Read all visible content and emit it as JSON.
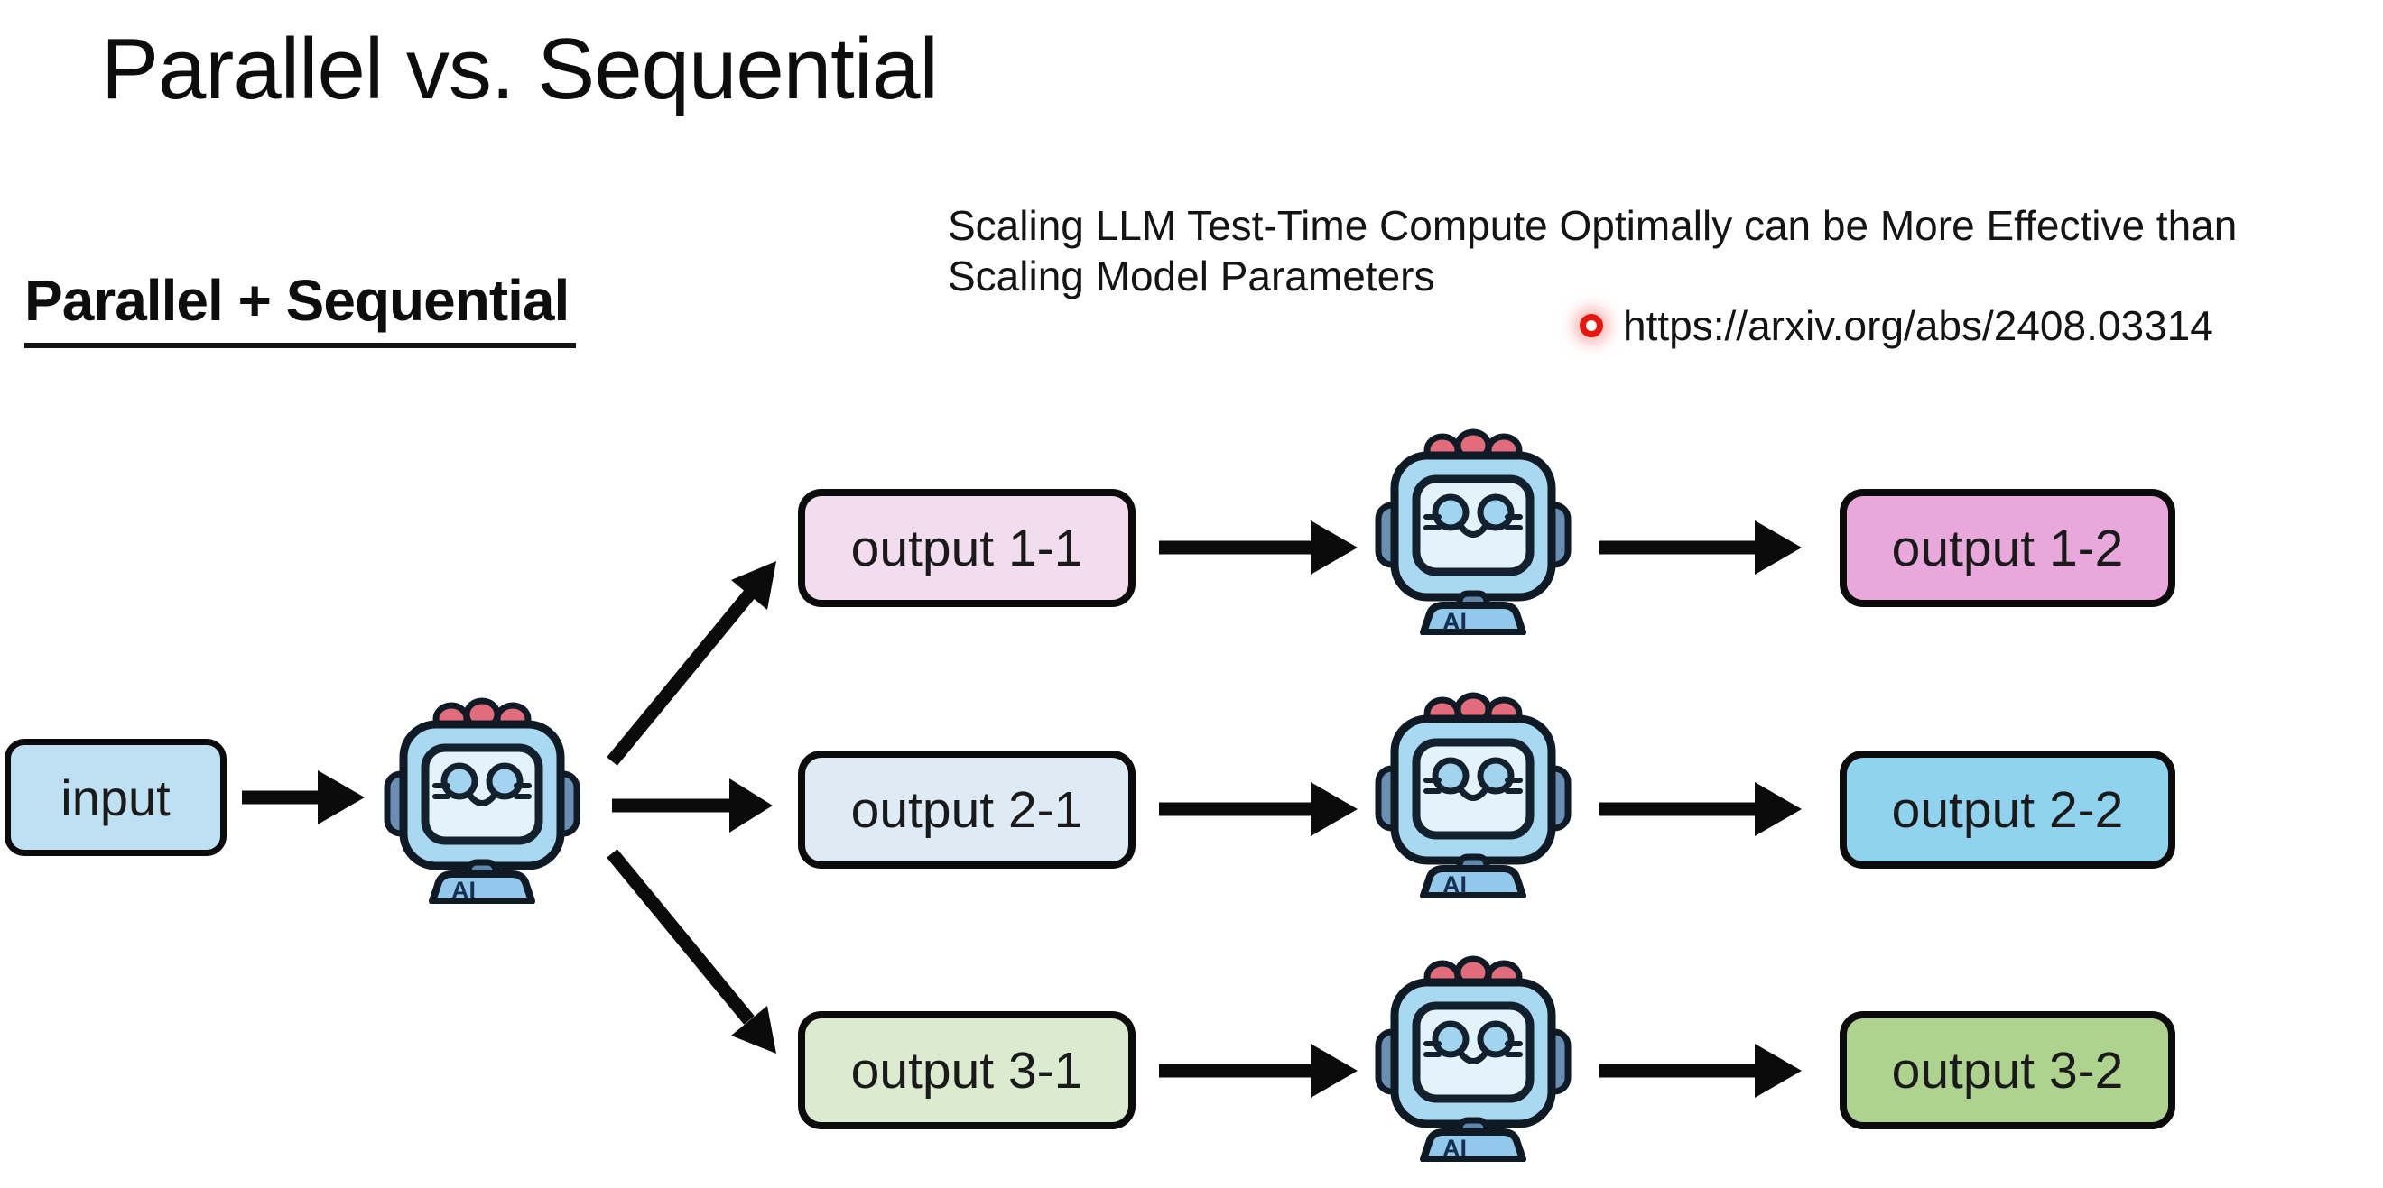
{
  "slide": {
    "title": "Parallel vs. Sequential",
    "section_heading": "Parallel + Sequential"
  },
  "reference": {
    "paper_title": "Scaling LLM Test-Time Compute Optimally can be More Effective than Scaling Model Parameters",
    "url": "https://arxiv.org/abs/2408.03314",
    "bullet_color": "#e8150d"
  },
  "diagram": {
    "input": {
      "label": "input",
      "fill": "#bfdff2"
    },
    "robot_label": "AI",
    "outline_color": "#0b0b0b",
    "rows": [
      {
        "first_label": "output 1-1",
        "first_fill": "#f2ddee",
        "second_label": "output 1-2",
        "second_fill": "#e8a8db"
      },
      {
        "first_label": "output 2-1",
        "first_fill": "#deeaf4",
        "second_label": "output 2-2",
        "second_fill": "#90d3ef"
      },
      {
        "first_label": "output 3-1",
        "first_fill": "#dceacf",
        "second_label": "output 3-2",
        "second_fill": "#add38f"
      }
    ]
  }
}
